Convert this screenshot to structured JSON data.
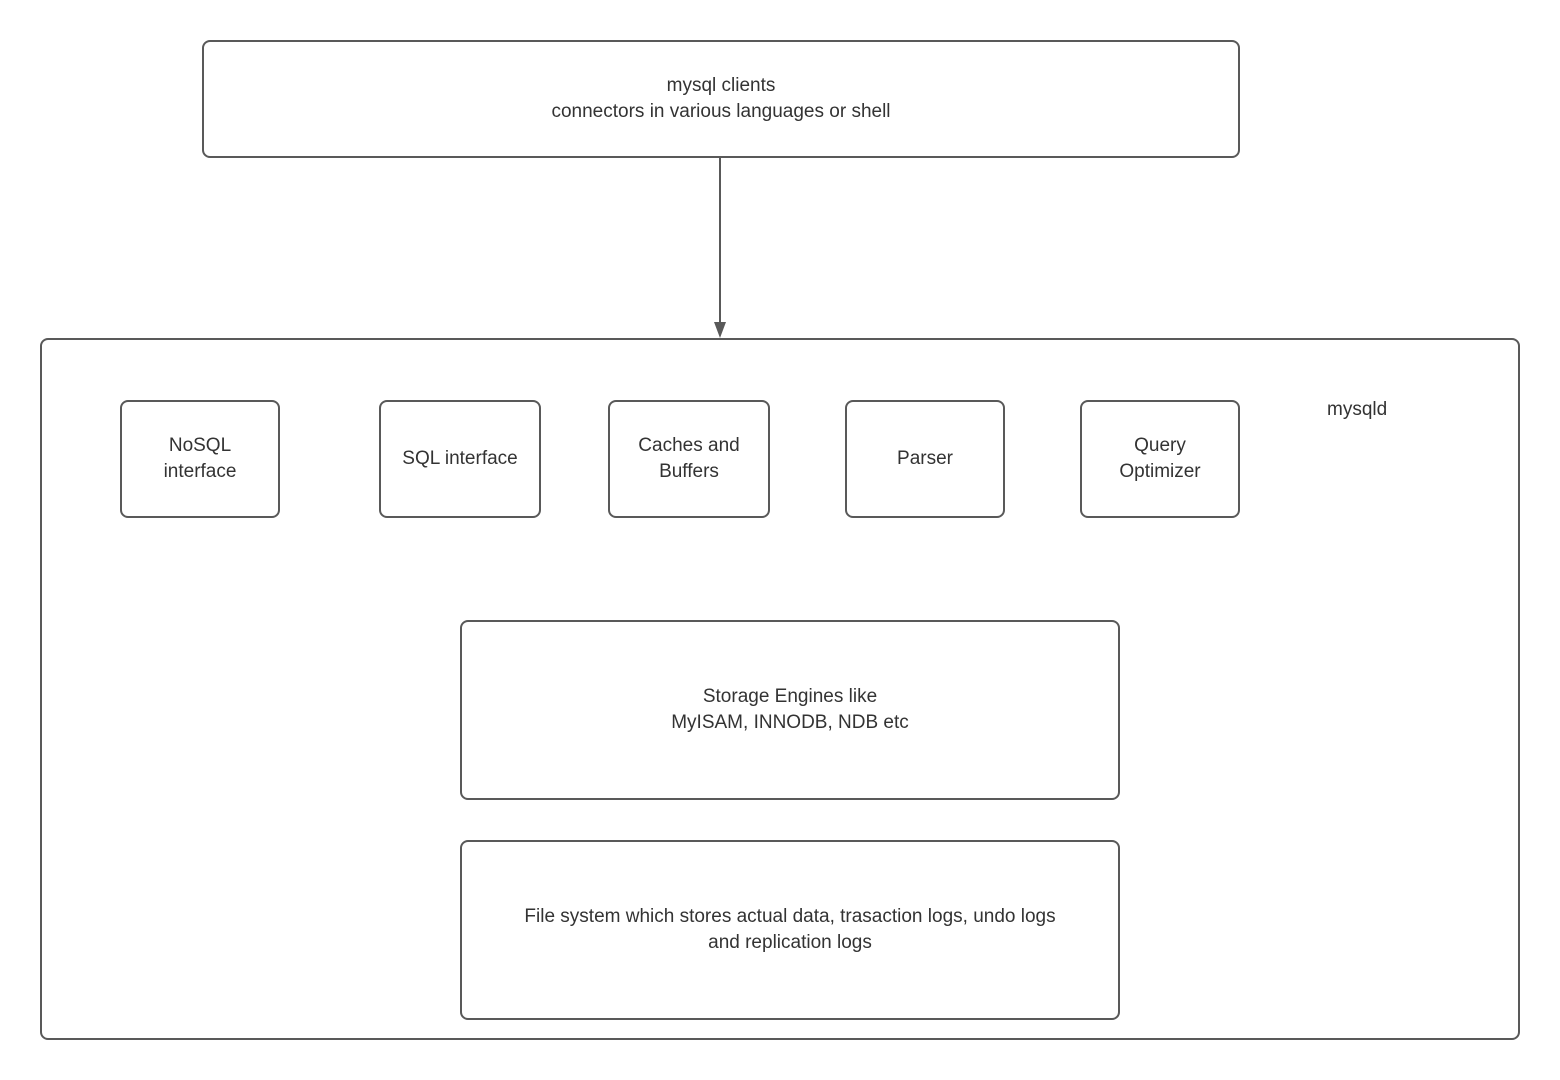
{
  "diagram": {
    "clients_box": {
      "text": "mysql clients\nconnectors in various languages or shell"
    },
    "mysqld": {
      "label": "mysqld",
      "components": [
        {
          "id": "nosql-interface",
          "label": "NoSQL\ninterface"
        },
        {
          "id": "sql-interface",
          "label": "SQL interface"
        },
        {
          "id": "caches-and-buffers",
          "label": "Caches and\nBuffers"
        },
        {
          "id": "parser",
          "label": "Parser"
        },
        {
          "id": "query-optimizer",
          "label": "Query\nOptimizer"
        }
      ],
      "storage_engines": {
        "text": "Storage Engines like\nMyISAM, INNODB, NDB etc"
      },
      "file_system": {
        "text": "File system which stores actual data, trasaction logs, undo logs\nand replication logs"
      }
    },
    "colors": {
      "stroke": "#595959",
      "text": "#333333",
      "background": "#ffffff"
    }
  }
}
